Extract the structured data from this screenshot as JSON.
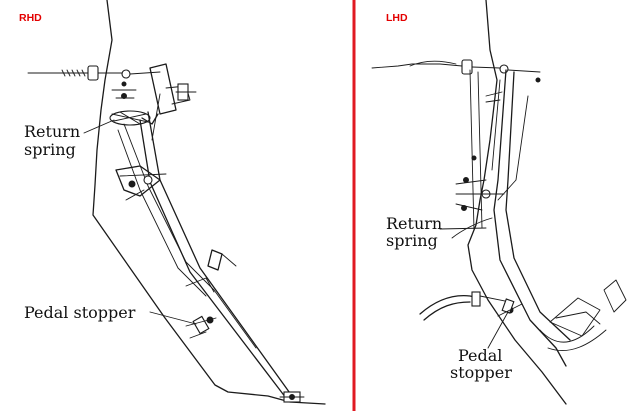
{
  "panels": {
    "left": {
      "tag": "RHD",
      "labels": {
        "return_spring_line1": "Return",
        "return_spring_line2": "spring",
        "pedal_stopper": "Pedal stopper"
      }
    },
    "right": {
      "tag": "LHD",
      "labels": {
        "return_spring_line1": "Return",
        "return_spring_line2": "spring",
        "pedal_stopper_line1": "Pedal",
        "pedal_stopper_line2": "stopper"
      }
    }
  },
  "colors": {
    "divider": "#e01a22",
    "tag_text": "#e30000",
    "line_art": "#1b1b1b",
    "background": "#ffffff"
  }
}
